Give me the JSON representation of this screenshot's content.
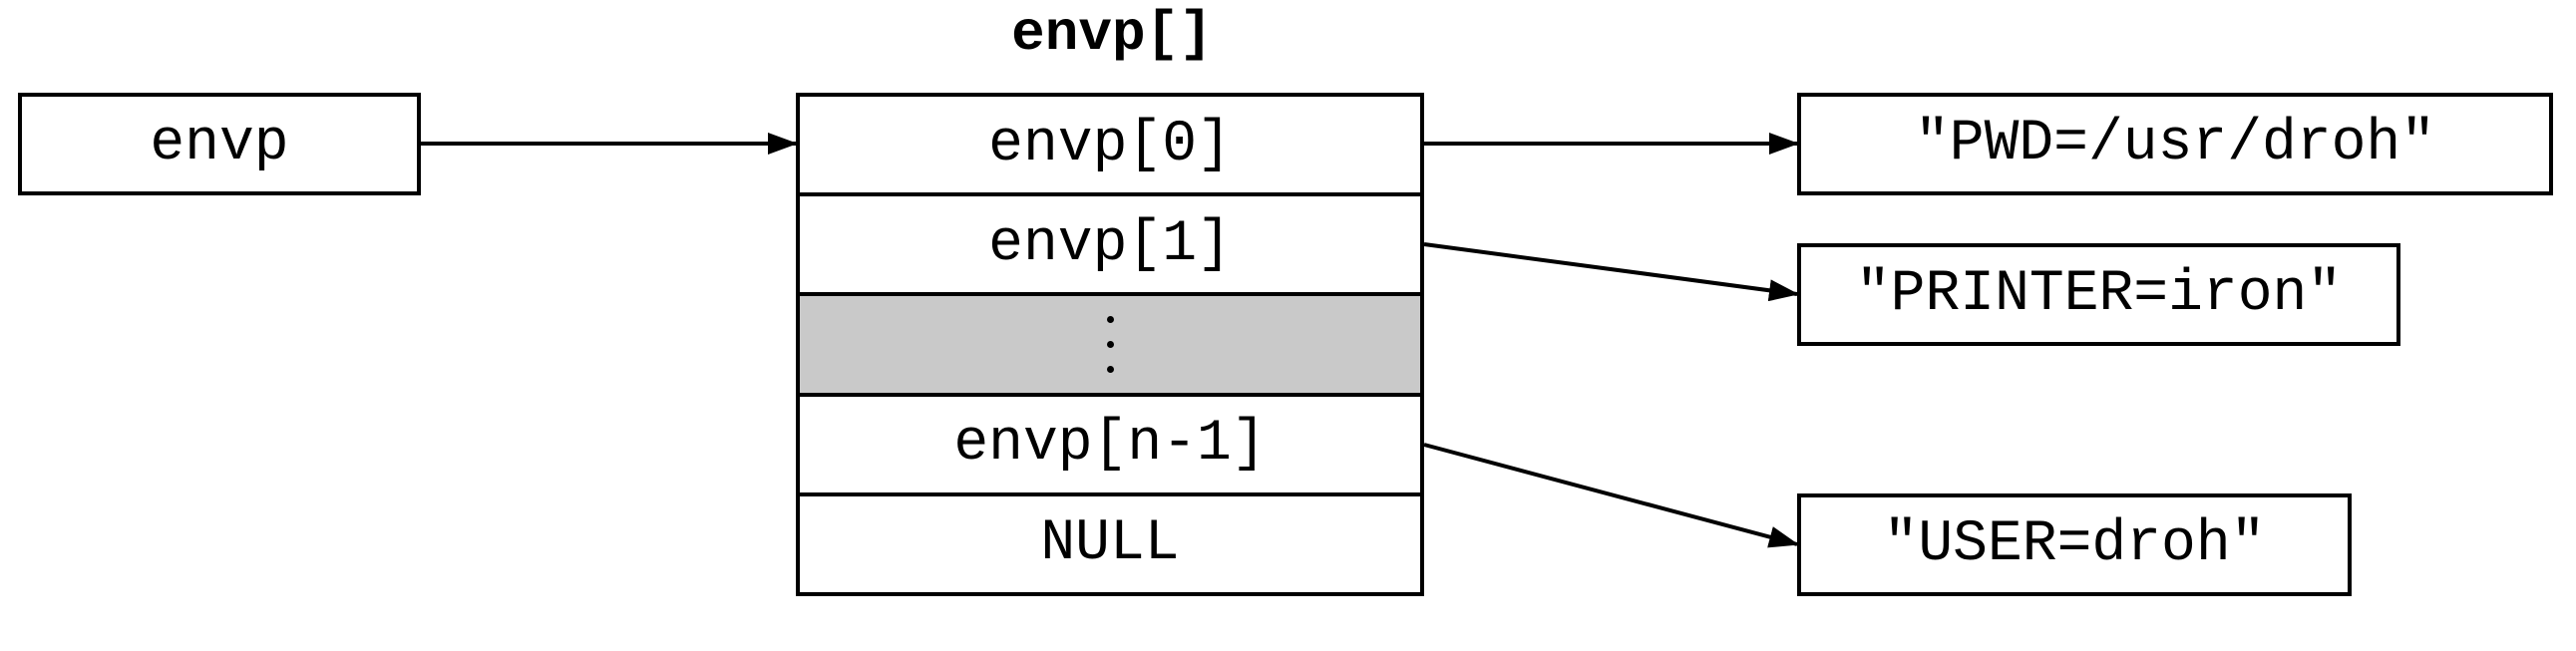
{
  "diagram": {
    "title": "envp[]",
    "pointer_label": "envp",
    "array_cells": [
      {
        "label": "envp[0]",
        "kind": "text"
      },
      {
        "label": "envp[1]",
        "kind": "text"
      },
      {
        "label": "",
        "kind": "ellipsis"
      },
      {
        "label": "envp[n-1]",
        "kind": "text"
      },
      {
        "label": "NULL",
        "kind": "text"
      }
    ],
    "strings": {
      "pwd": "\"PWD=/usr/droh\"",
      "printer": "\"PRINTER=iron\"",
      "user": "\"USER=droh\""
    },
    "ellipsis_fill": "#c9c9c9",
    "line_color": "#000000"
  }
}
